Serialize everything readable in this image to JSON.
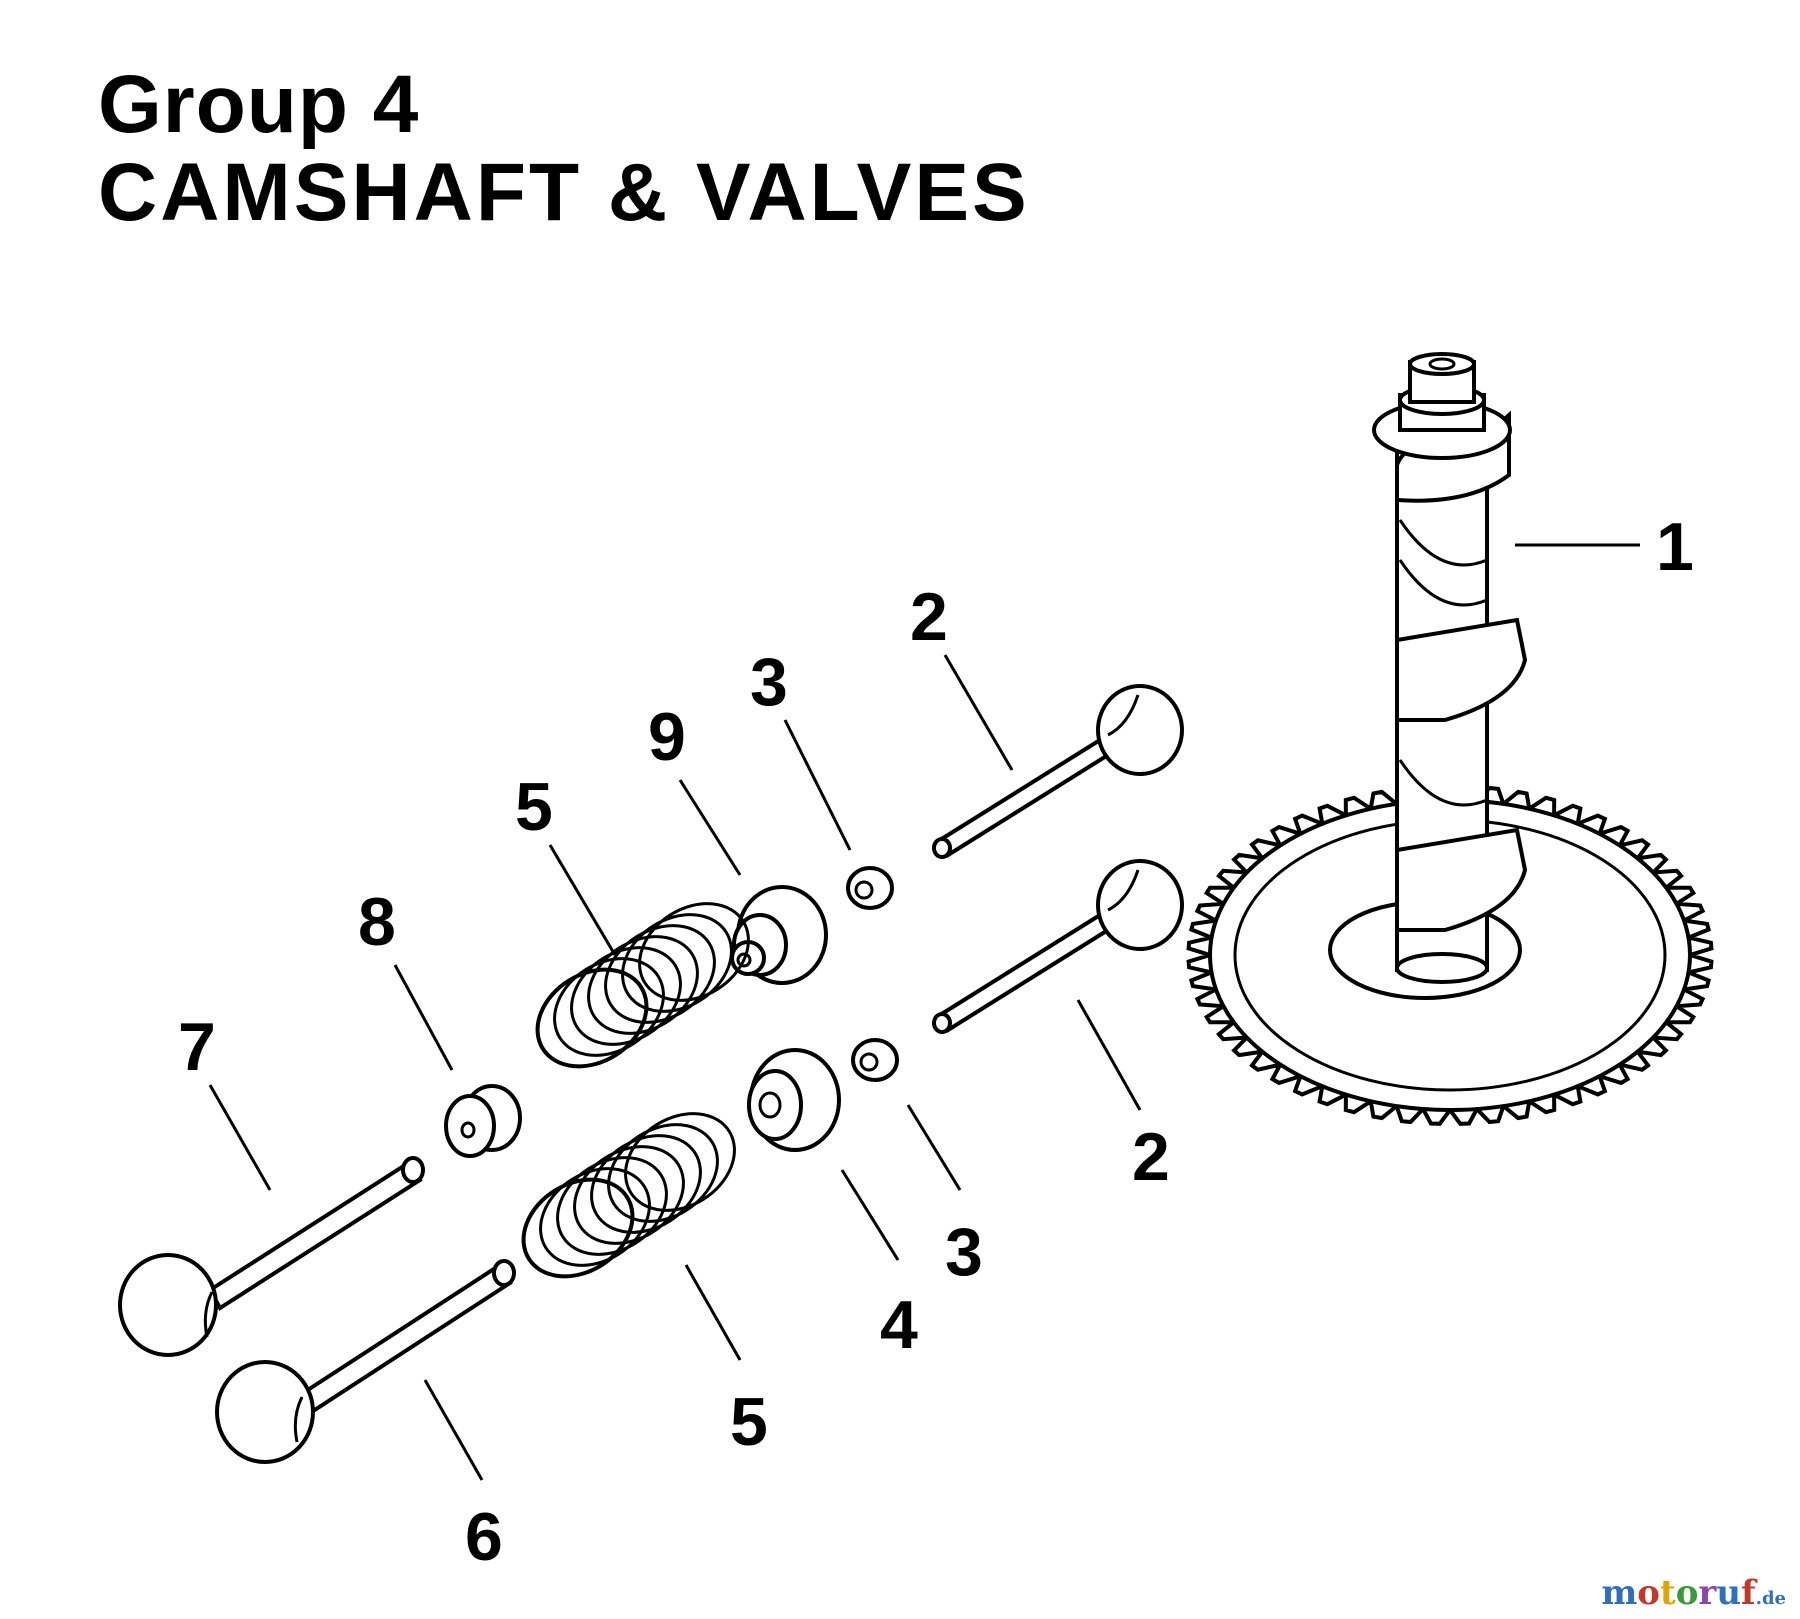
{
  "title": {
    "line1": "Group 4",
    "line2": "CAMSHAFT & VALVES"
  },
  "callouts": {
    "c1": "1",
    "c2_top": "2",
    "c2_bottom": "2",
    "c3_top": "3",
    "c3_bottom": "3",
    "c4": "4",
    "c5_top": "5",
    "c5_bottom": "5",
    "c6": "6",
    "c7": "7",
    "c8": "8",
    "c9": "9"
  },
  "parts": [
    {
      "ref": "1",
      "icon": "camshaft-gear-icon"
    },
    {
      "ref": "2",
      "icon": "valve-icon"
    },
    {
      "ref": "3",
      "icon": "valve-key-icon"
    },
    {
      "ref": "4",
      "icon": "spring-retainer-icon"
    },
    {
      "ref": "5",
      "icon": "valve-spring-icon"
    },
    {
      "ref": "6",
      "icon": "valve-icon"
    },
    {
      "ref": "7",
      "icon": "valve-icon"
    },
    {
      "ref": "8",
      "icon": "valve-key-icon"
    },
    {
      "ref": "9",
      "icon": "spring-retainer-icon"
    }
  ],
  "watermark": {
    "text": "motoruf",
    "suffix": ".de",
    "colors": [
      "#2e6fbf",
      "#c0392b",
      "#e0a400",
      "#3a9a3a",
      "#8e44ad",
      "#2e6fbf",
      "#c0392b"
    ]
  }
}
